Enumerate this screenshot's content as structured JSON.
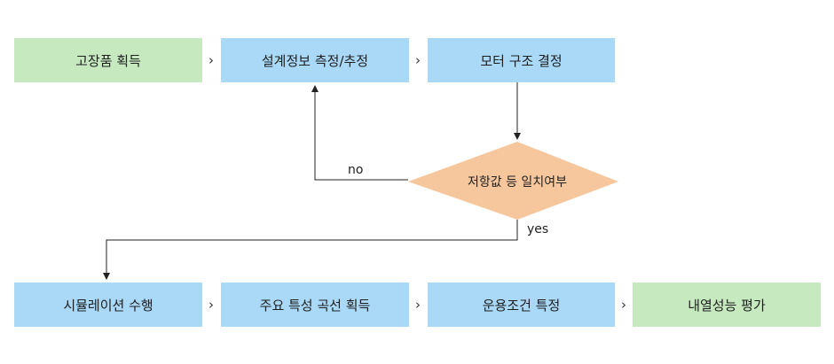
{
  "row1": [
    "고장품 획득",
    "설계정보 측정/추정",
    "모터 구조 결정"
  ],
  "decision": "저항값 등 일치여부",
  "branch": {
    "no": "no",
    "yes": "yes"
  },
  "row2": [
    "시뮬레이션 수행",
    "주요 특성 곡선 획득",
    "운용조건 특정",
    "내열성능 평가"
  ],
  "arrow_glyph": "›",
  "colors": {
    "green": "#c6e9bf",
    "blue": "#aad8f7",
    "diamond": "#f6c79d",
    "line": "#222222"
  }
}
